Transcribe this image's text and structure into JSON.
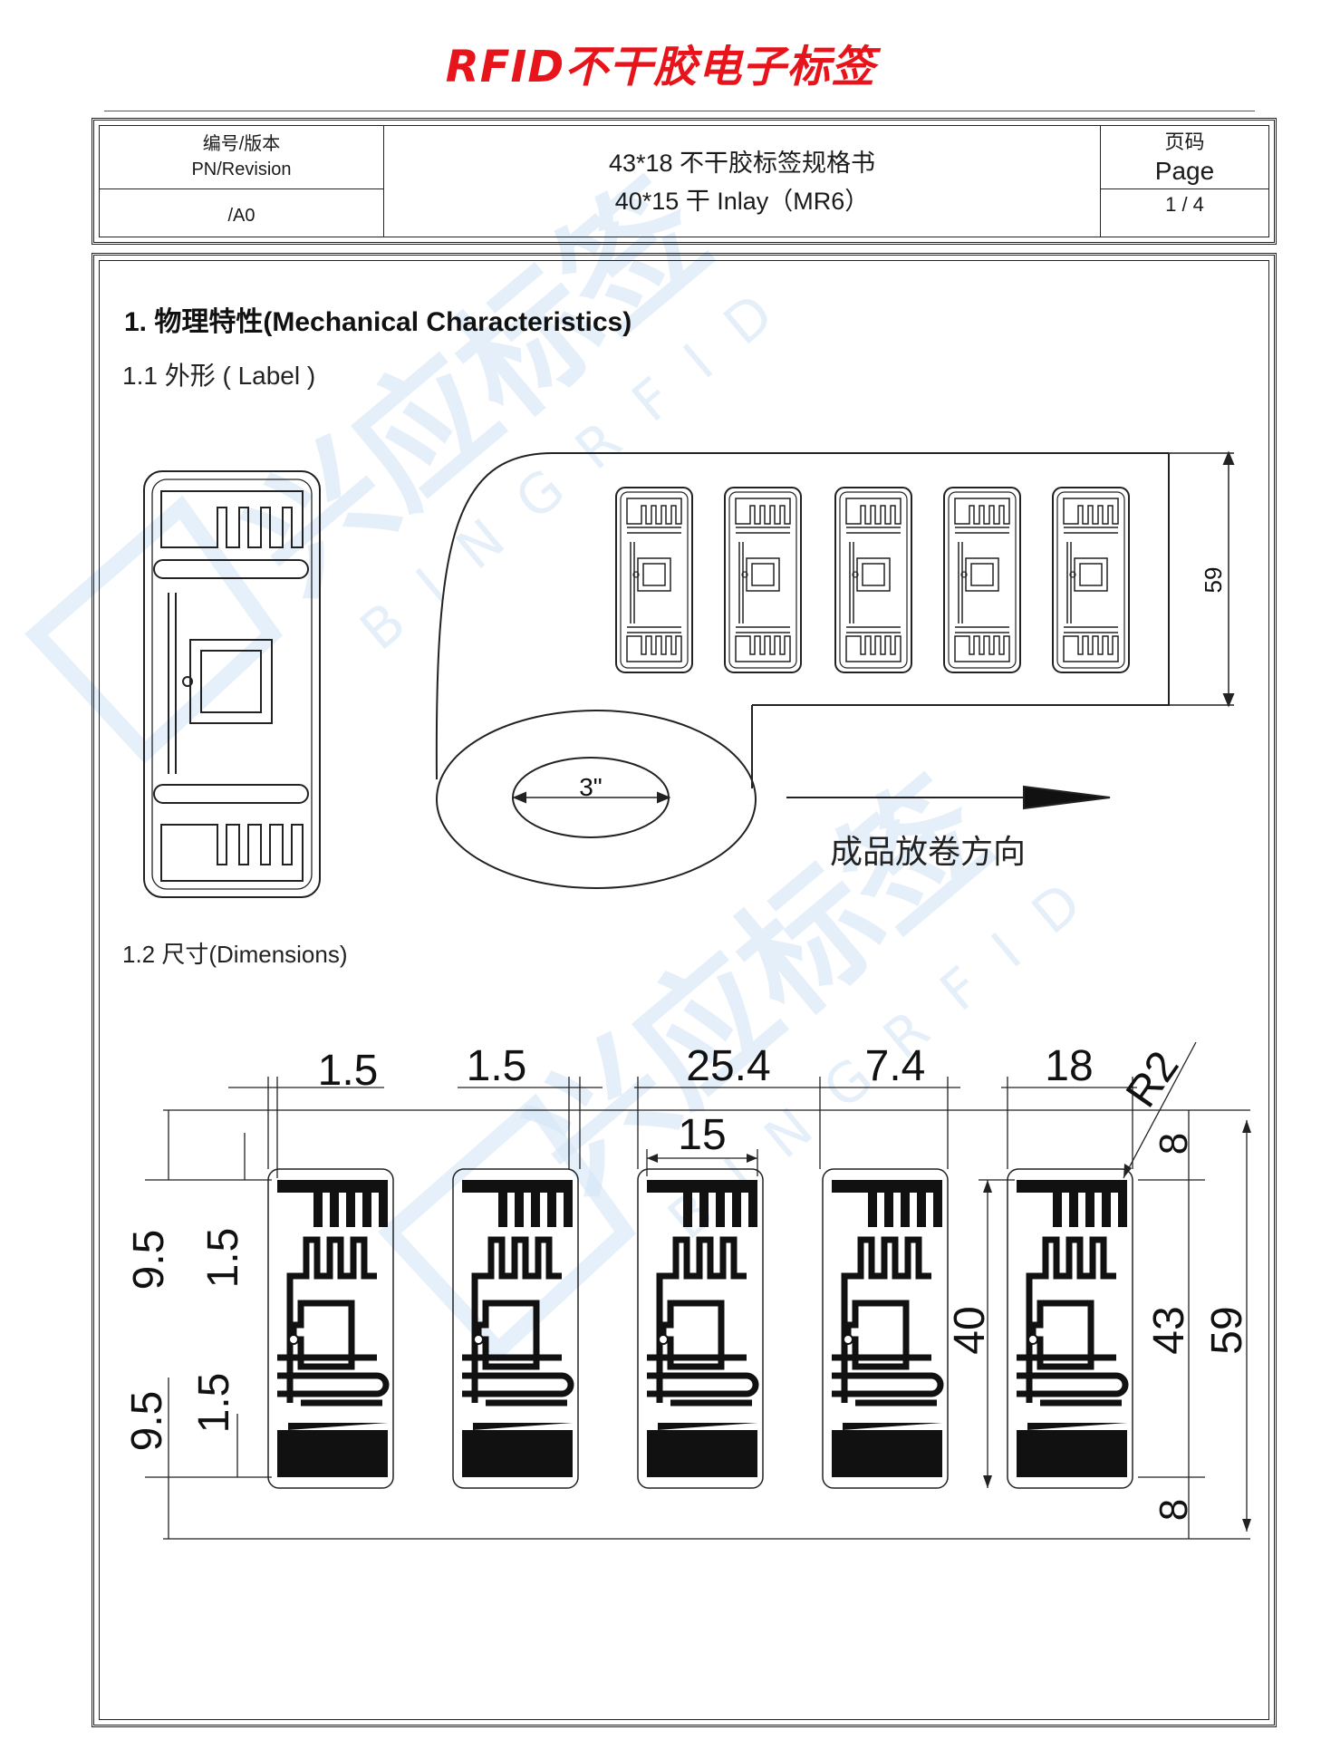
{
  "document": {
    "title": "RFID不干胶电子标签"
  },
  "header": {
    "pn_label_cn": "编号/版本",
    "pn_label_en": "PN/Revision",
    "pn_value": "/A0",
    "spec_line1": "43*18 不干胶标签规格书",
    "spec_line2": "40*15 干 Inlay（MR6）",
    "page_label_cn": "页码",
    "page_label_en": "Page",
    "page_value": "1 / 4"
  },
  "section1": {
    "heading": "1. 物理特性(Mechanical Characteristics)",
    "sub1": "1.1  外形 ( Label )",
    "sub2": "1.2 尺寸(Dimensions)"
  },
  "roll": {
    "width_label": "59",
    "core_label": "3\"",
    "direction_label": "成品放卷方向"
  },
  "dimensions": {
    "d_1_5_a": "1.5",
    "d_1_5_b": "1.5",
    "d_25_4": "25.4",
    "d_7_4": "7.4",
    "d_18": "18",
    "d_r2": "R2",
    "d_15": "15",
    "d_9_5_a": "9.5",
    "d_1_5_c": "1.5",
    "d_9_5_b": "9.5",
    "d_1_5_d": "1.5",
    "d_8_a": "8",
    "d_40": "40",
    "d_43": "43",
    "d_59": "59",
    "d_8_b": "8"
  },
  "watermark": {
    "cn": "兴应标签",
    "en": "BINGRFID"
  },
  "colors": {
    "title_red": "#e8141b",
    "watermark_blue": "#d4e6f7"
  }
}
